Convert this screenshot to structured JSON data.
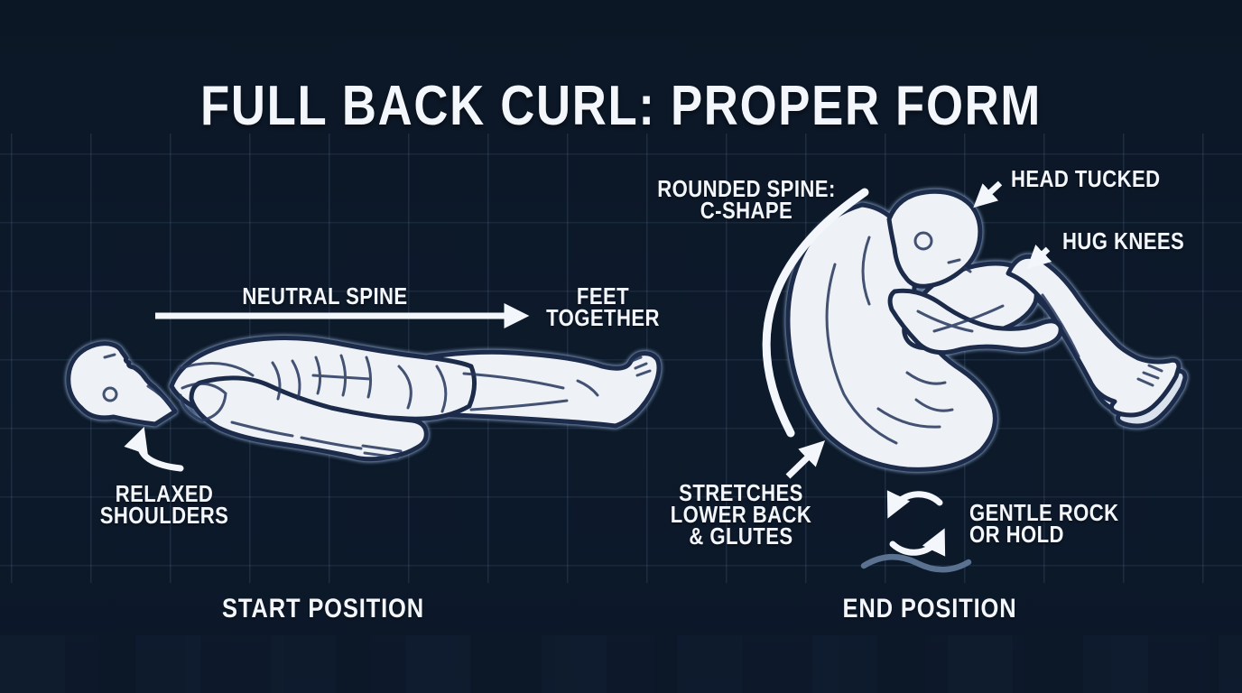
{
  "title": "FULL BACK CURL: PROPER FORM",
  "colors": {
    "background": "#0d1a2b",
    "text": "#f3f6fa",
    "figure_fill": "#eef2f7",
    "figure_shade": "#d9e1ec",
    "figure_outline": "#1c2b49",
    "grid_line": "#8aa8d2",
    "wave_accent": "#5a7190"
  },
  "start_panel": {
    "caption": "START POSITION",
    "labels": {
      "neutral_spine": "NEUTRAL SPINE",
      "feet_together": {
        "lines": [
          "FEET",
          "TOGETHER"
        ]
      },
      "relaxed_shoulders": {
        "lines": [
          "RELAXED",
          "SHOULDERS"
        ]
      }
    }
  },
  "end_panel": {
    "caption": "END POSITION",
    "labels": {
      "rounded_spine": {
        "lines": [
          "ROUNDED SPINE:",
          "C-SHAPE"
        ]
      },
      "head_tucked": "HEAD TUCKED",
      "hug_knees": "HUG KNEES",
      "stretches": {
        "lines": [
          "STRETCHES",
          "LOWER BACK",
          "& GLUTES"
        ]
      },
      "gentle_rock": {
        "lines": [
          "GENTLE ROCK",
          "OR HOLD"
        ]
      }
    }
  },
  "icons": {
    "rotation_cycle": "rotation-cycle-icon",
    "rocking_wave": "rocking-wave-icon",
    "arrows": [
      "neutral-spine-arrow",
      "relaxed-shoulders-arrow",
      "c-shape-arc",
      "head-tucked-arrow",
      "hug-knees-arrow",
      "stretches-arrow"
    ]
  }
}
